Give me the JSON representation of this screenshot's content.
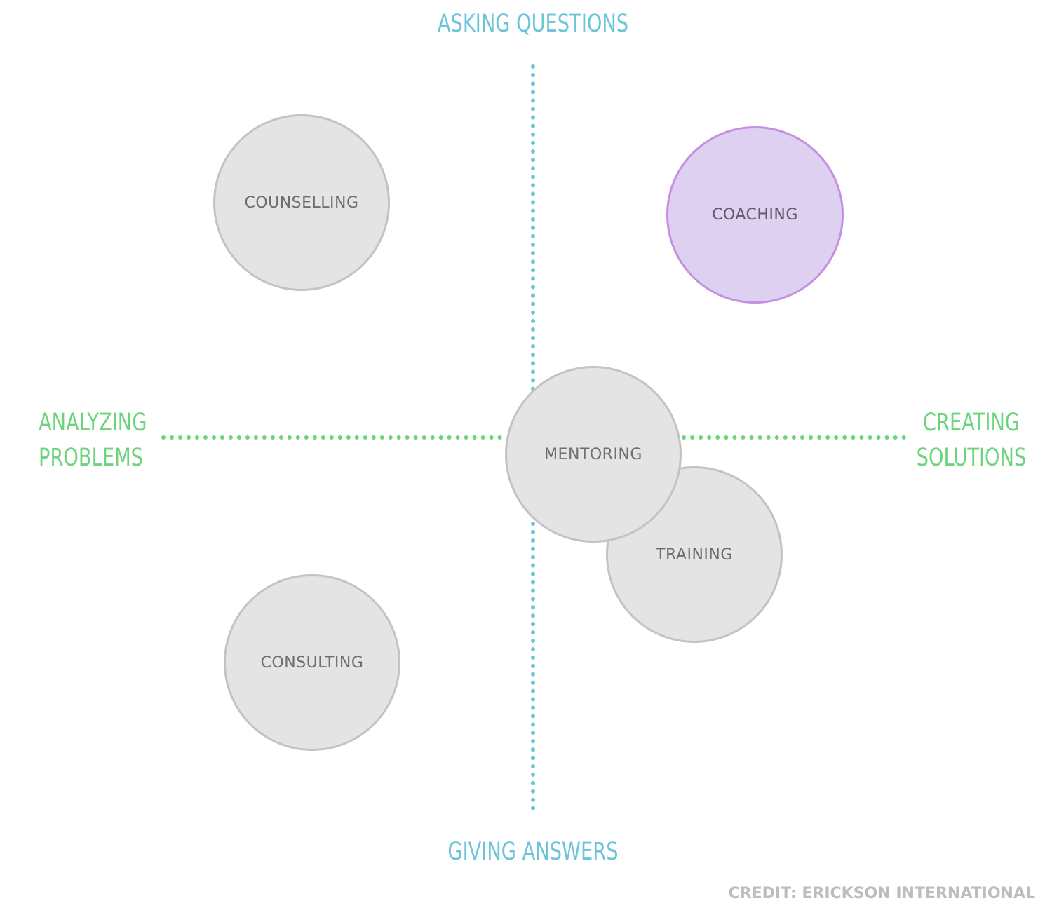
{
  "axes": {
    "top": "ASKING QUESTIONS",
    "bottom": "GIVING ANSWERS",
    "left": [
      "ANALYZING",
      "PROBLEMS"
    ],
    "right": [
      "CREATING",
      "SOLUTIONS"
    ]
  },
  "nodes": {
    "counselling": "COUNSELLING",
    "coaching": "COACHING",
    "mentoring": "MENTORING",
    "training": "TRAINING",
    "consulting": "CONSULTING"
  },
  "credit": "CREDIT: ERICKSON INTERNATIONAL",
  "colors": {
    "vertical_axis": "#6cc4d8",
    "horizontal_axis": "#6cd47c",
    "node_fill": "#e4e4e4",
    "node_border": "#c3c3c3",
    "highlight_fill": "#ddd0f0",
    "highlight_border": "#c690e2"
  }
}
